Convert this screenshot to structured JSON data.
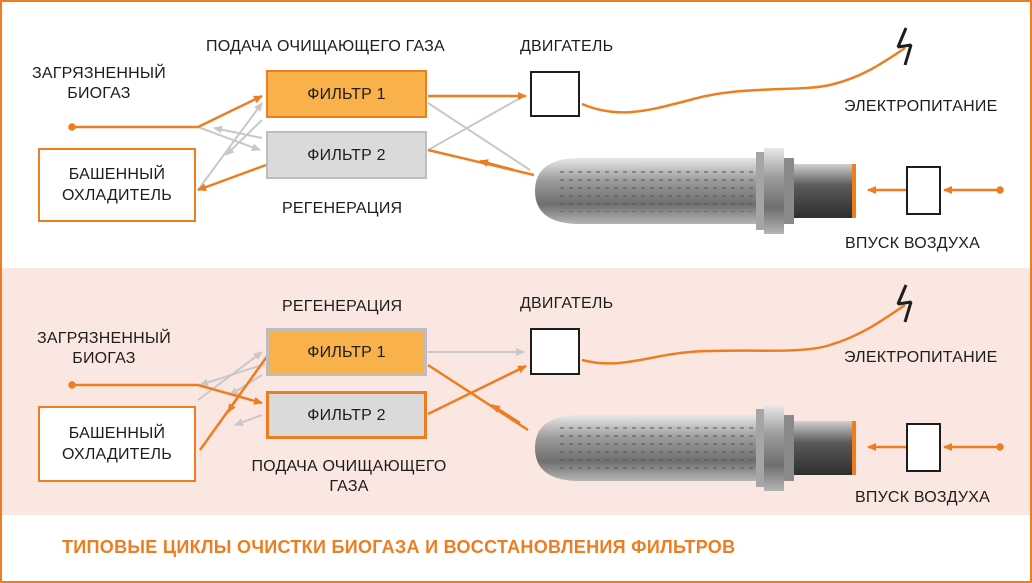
{
  "title": "ТИПОВЫЕ ЦИКЛЫ ОЧИСТКИ БИОГАЗА И ВОССТАНОВЛЕНИЯ ФИЛЬТРОВ",
  "colors": {
    "accent": "#ee7d22",
    "filter_active": "#f9b24b",
    "filter_idle": "#dadada",
    "lower_panel": "#fbe7e2",
    "grey_flow": "#c8c8c8"
  },
  "top": {
    "raw_biogas": "ЗАГРЯЗНЕННЫЙ\nБИОГАЗ",
    "tower_cooler": "БАШЕННЫЙ\nОХЛАДИТЕЛЬ",
    "purge_gas": "ПОДАЧА ОЧИЩАЮЩЕГО ГАЗА",
    "filter1": "ФИЛЬТР 1",
    "filter2": "ФИЛЬТР 2",
    "regeneration": "РЕГЕНЕРАЦИЯ",
    "engine": "ДВИГАТЕЛЬ",
    "power": "ЭЛЕКТРОПИТАНИЕ",
    "air_intake": "ВПУСК ВОЗДУХА"
  },
  "bottom": {
    "raw_biogas": "ЗАГРЯЗНЕННЫЙ\nБИОГАЗ",
    "tower_cooler": "БАШЕННЫЙ\nОХЛАДИТЕЛЬ",
    "regeneration": "РЕГЕНЕРАЦИЯ",
    "filter1": "ФИЛЬТР 1",
    "filter2": "ФИЛЬТР 2",
    "purge_gas": "ПОДАЧА ОЧИЩАЮЩЕГО\nГАЗА",
    "engine": "ДВИГАТЕЛЬ",
    "power": "ЭЛЕКТРОПИТАНИЕ",
    "air_intake": "ВПУСК ВОЗДУХА"
  }
}
